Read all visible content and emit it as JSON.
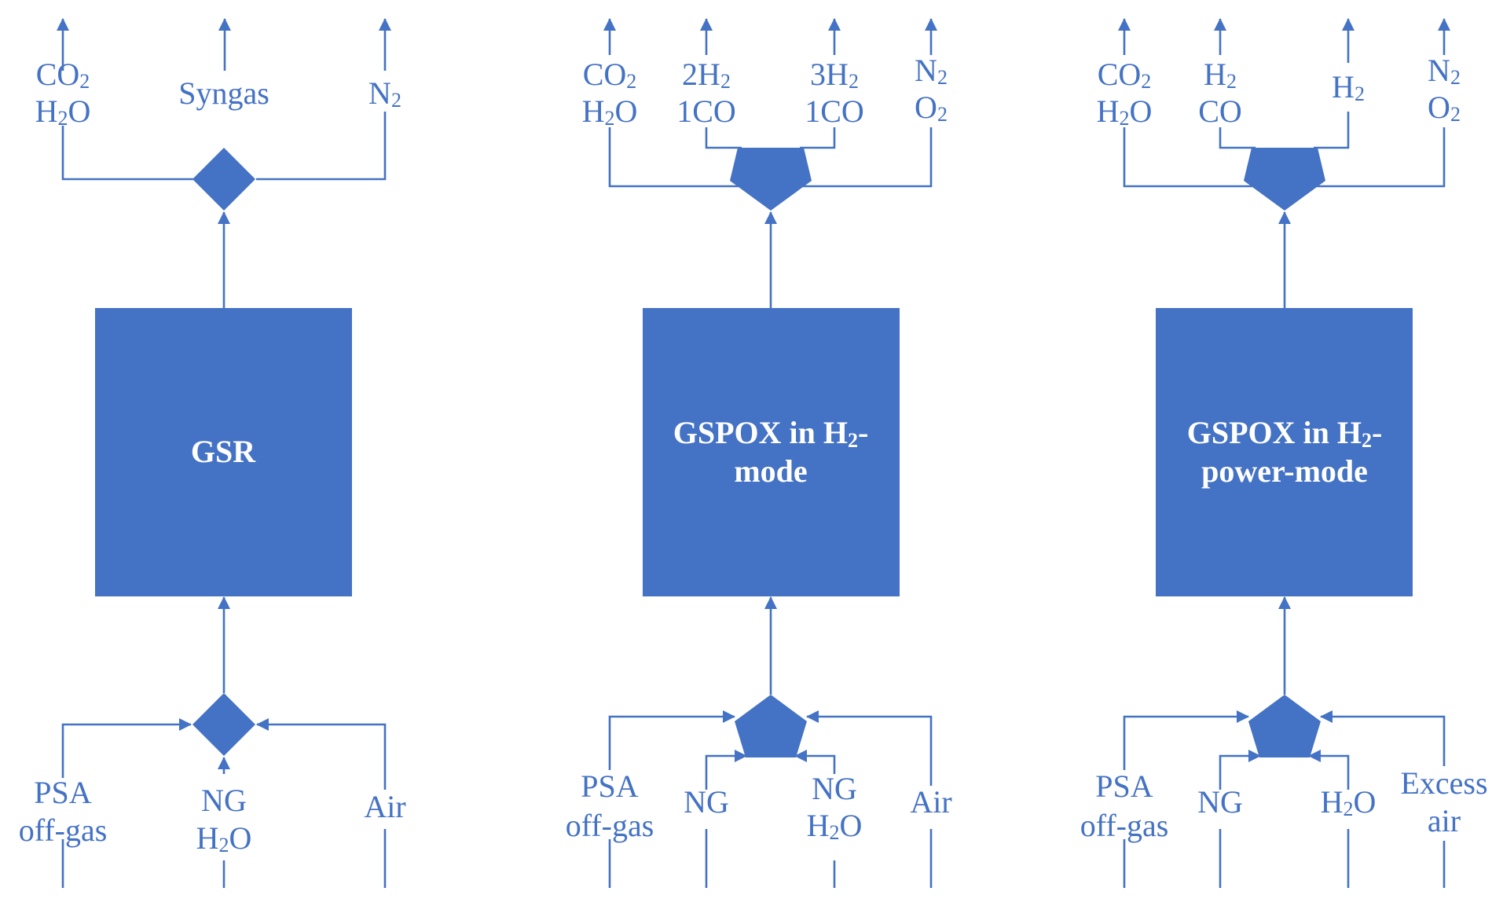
{
  "colors": {
    "primary": "#4472C4",
    "box_text": "#ffffff"
  },
  "diagrams": [
    {
      "reactor": {
        "text": "GSR",
        "line2": ""
      },
      "junction_shape": "diamond",
      "outputs": [
        {
          "line1": "CO",
          "line1_sub": "2",
          "line1_post": "",
          "line2": "H",
          "line2_sub": "2",
          "line2_post": "O"
        },
        {
          "line1": "Syngas",
          "line1_sub": "",
          "line1_post": ""
        },
        {
          "line1": "N",
          "line1_sub": "2",
          "line1_post": ""
        }
      ],
      "inputs": [
        {
          "line1": "PSA",
          "line2": "off-gas"
        },
        {
          "line1": "NG",
          "line1_sub": "",
          "line1_post": "",
          "line2": "H",
          "line2_sub": "2",
          "line2_post": "O"
        },
        {
          "line1": "Air"
        }
      ]
    },
    {
      "reactor": {
        "text": "GSPOX in H",
        "sub": "2",
        "post": "-",
        "line2": "mode"
      },
      "junction_shape": "pentagon",
      "outputs": [
        {
          "line1": "CO",
          "line1_sub": "2",
          "line1_post": "",
          "line2": "H",
          "line2_sub": "2",
          "line2_post": "O"
        },
        {
          "line1": "2H",
          "line1_sub": "2",
          "line1_post": "",
          "line2": "1CO"
        },
        {
          "line1": "3H",
          "line1_sub": "2",
          "line1_post": "",
          "line2": "1CO"
        },
        {
          "line1": "N",
          "line1_sub": "2",
          "line1_post": "",
          "line2": "O",
          "line2_sub": "2",
          "line2_post": ""
        }
      ],
      "inputs": [
        {
          "line1": "PSA",
          "line2": "off-gas"
        },
        {
          "line1": "NG"
        },
        {
          "line1": "NG",
          "line2": "H",
          "line2_sub": "2",
          "line2_post": "O"
        },
        {
          "line1": "Air"
        }
      ]
    },
    {
      "reactor": {
        "text": "GSPOX in H",
        "sub": "2",
        "post": "-",
        "line2": "power-mode"
      },
      "junction_shape": "pentagon",
      "outputs": [
        {
          "line1": "CO",
          "line1_sub": "2",
          "line1_post": "",
          "line2": "H",
          "line2_sub": "2",
          "line2_post": "O"
        },
        {
          "line1": "H",
          "line1_sub": "2",
          "line1_post": "",
          "line2": "CO"
        },
        {
          "line1": "H",
          "line1_sub": "2",
          "line1_post": ""
        },
        {
          "line1": "N",
          "line1_sub": "2",
          "line1_post": "",
          "line2": "O",
          "line2_sub": "2",
          "line2_post": ""
        }
      ],
      "inputs": [
        {
          "line1": "PSA",
          "line2": "off-gas"
        },
        {
          "line1": "NG"
        },
        {
          "line1": "H",
          "line1_sub": "2",
          "line1_post": "O"
        },
        {
          "line1": "Excess",
          "line2": "air"
        }
      ]
    }
  ]
}
